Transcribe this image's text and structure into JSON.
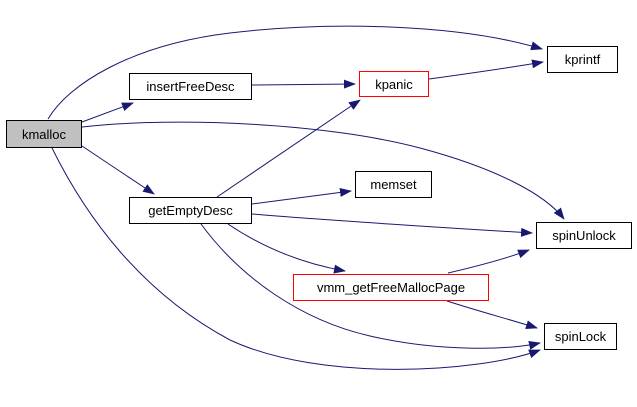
{
  "diagram": {
    "kind": "function-call-graph",
    "colors": {
      "background": "#ffffff",
      "edge": "#191970",
      "node_border": "#000000",
      "truncated_node_border": "#ff0000",
      "root_node_fill": "#c0c0c0",
      "node_fill": "#ffffff",
      "text": "#000000"
    },
    "nodes": [
      {
        "id": "kmalloc",
        "label": "kmalloc",
        "style": "root"
      },
      {
        "id": "insertFreeDesc",
        "label": "insertFreeDesc",
        "style": "normal"
      },
      {
        "id": "kpanic",
        "label": "kpanic",
        "style": "truncated"
      },
      {
        "id": "kprintf",
        "label": "kprintf",
        "style": "normal"
      },
      {
        "id": "memset",
        "label": "memset",
        "style": "normal"
      },
      {
        "id": "getEmptyDesc",
        "label": "getEmptyDesc",
        "style": "normal"
      },
      {
        "id": "spinUnlock",
        "label": "spinUnlock",
        "style": "normal"
      },
      {
        "id": "vmm_getFreeMallocPage",
        "label": "vmm_getFreeMallocPage",
        "style": "truncated"
      },
      {
        "id": "spinLock",
        "label": "spinLock",
        "style": "normal"
      }
    ],
    "edges": [
      {
        "from": "kmalloc",
        "to": "kprintf"
      },
      {
        "from": "kmalloc",
        "to": "insertFreeDesc"
      },
      {
        "from": "kmalloc",
        "to": "getEmptyDesc"
      },
      {
        "from": "kmalloc",
        "to": "spinUnlock"
      },
      {
        "from": "kmalloc",
        "to": "spinLock"
      },
      {
        "from": "insertFreeDesc",
        "to": "kpanic"
      },
      {
        "from": "kpanic",
        "to": "kprintf"
      },
      {
        "from": "getEmptyDesc",
        "to": "kpanic"
      },
      {
        "from": "getEmptyDesc",
        "to": "memset"
      },
      {
        "from": "getEmptyDesc",
        "to": "spinUnlock"
      },
      {
        "from": "getEmptyDesc",
        "to": "vmm_getFreeMallocPage"
      },
      {
        "from": "getEmptyDesc",
        "to": "spinLock"
      },
      {
        "from": "vmm_getFreeMallocPage",
        "to": "spinUnlock"
      },
      {
        "from": "vmm_getFreeMallocPage",
        "to": "spinLock"
      }
    ]
  }
}
